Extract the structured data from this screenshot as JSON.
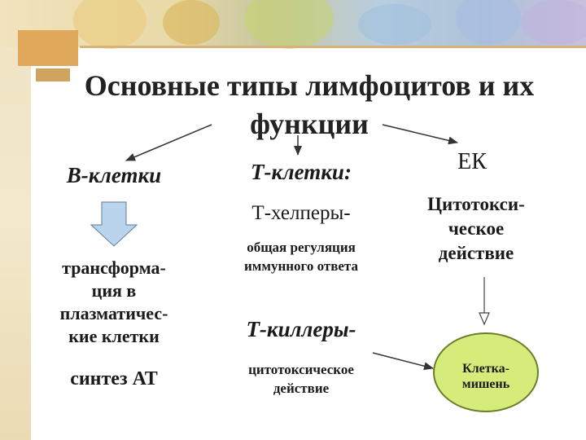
{
  "title": {
    "line1": "Основные типы лимфоцитов и их",
    "line2": "функции"
  },
  "columns": {
    "b_cells": {
      "label": "В-клетки",
      "result_lines": [
        "трансформа-",
        "ция в",
        "плазматичес-",
        "кие клетки"
      ],
      "synthesis": "синтез АТ"
    },
    "t_cells": {
      "label": "Т-клетки:",
      "helpers": {
        "label": "Т-хелперы-",
        "desc_lines": [
          "общая регуляция",
          "иммунного ответа"
        ]
      },
      "killers": {
        "label": "Т-киллеры-",
        "desc_lines": [
          "цитотоксическое",
          "действие"
        ]
      }
    },
    "nk_cells": {
      "label": "ЕК",
      "function_lines": [
        "Цитотокси-",
        "ческое",
        "действие"
      ]
    }
  },
  "target_cell": {
    "lines": [
      "Клетка-",
      "мишень"
    ]
  },
  "colors": {
    "target_fill": "#d6ec7a",
    "block_arrow_fill": "#b9d4ec",
    "accent": "#d9b27a"
  }
}
